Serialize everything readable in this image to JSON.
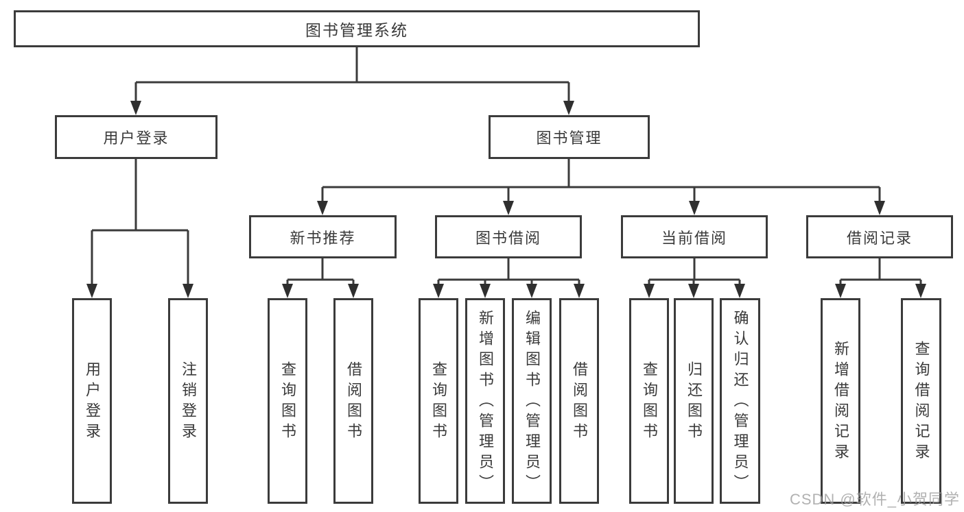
{
  "diagram": {
    "root": {
      "label": "图书管理系统"
    },
    "branches": [
      {
        "label": "用户登录",
        "children": [
          {
            "label": "用户登录"
          },
          {
            "label": "注销登录"
          }
        ]
      },
      {
        "label": "图书管理",
        "children": [
          {
            "label": "新书推荐",
            "children": [
              {
                "label": "查询图书"
              },
              {
                "label": "借阅图书"
              }
            ]
          },
          {
            "label": "图书借阅",
            "children": [
              {
                "label": "查询图书"
              },
              {
                "label": "新增图书（管理员）"
              },
              {
                "label": "编辑图书（管理员）"
              },
              {
                "label": "借阅图书"
              }
            ]
          },
          {
            "label": "当前借阅",
            "children": [
              {
                "label": "查询图书"
              },
              {
                "label": "归还图书"
              },
              {
                "label": "确认归还（管理员）"
              }
            ]
          },
          {
            "label": "借阅记录",
            "children": [
              {
                "label": "新增借阅记录"
              },
              {
                "label": "查询借阅记录"
              }
            ]
          }
        ]
      }
    ],
    "colors": {
      "line": "#3b3b3b",
      "text": "#3a3a3a",
      "box_background": "#ffffff",
      "watermark": "#9e9e9e"
    }
  },
  "watermark": {
    "text": "CSDN @软件_小贺同学"
  }
}
